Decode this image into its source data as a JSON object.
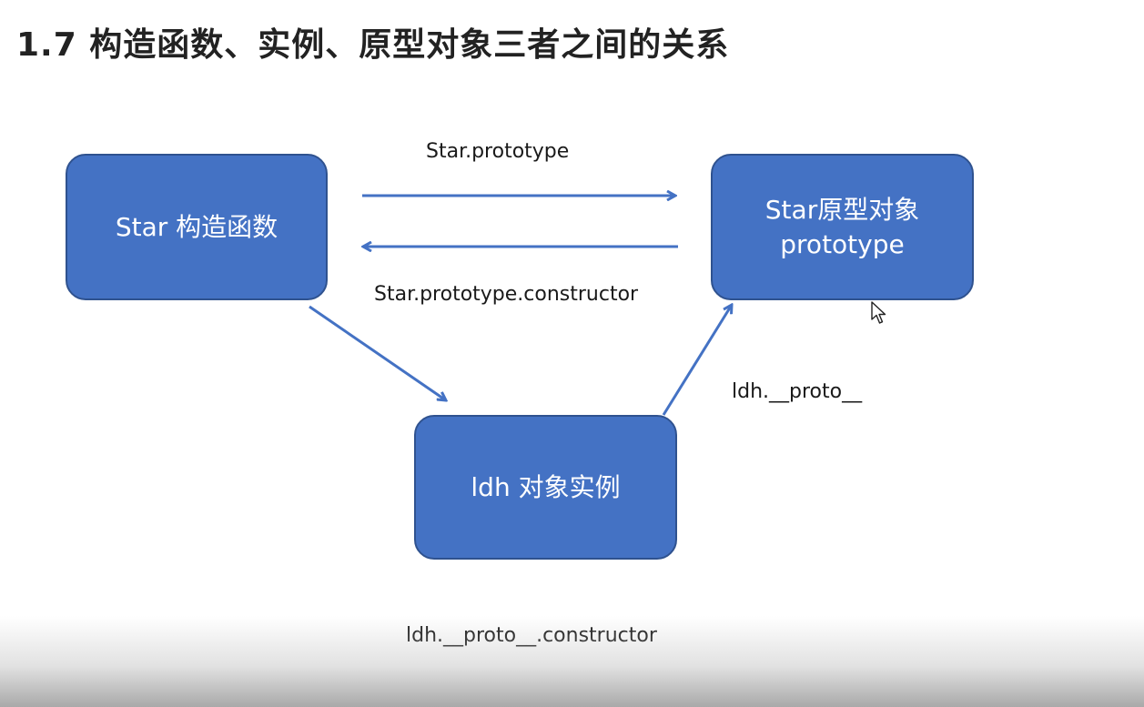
{
  "title": "1.7 构造函数、实例、原型对象三者之间的关系",
  "colors": {
    "node_fill": "#4472c4",
    "node_border": "#2f528f",
    "arrow": "#4472c4",
    "text": "#1a1a1a"
  },
  "nodes": {
    "constructor": {
      "text": "Star 构造函数"
    },
    "prototype": {
      "line1": "Star原型对象",
      "line2": "prototype"
    },
    "instance": {
      "text": "ldh 对象实例"
    }
  },
  "edges": {
    "constructor_to_prototype": "Star.prototype",
    "prototype_to_constructor": "Star.prototype.constructor",
    "instance_to_prototype": "ldh.__proto__",
    "instance_constructor": "ldh.__proto__.constructor"
  },
  "cursor_icon": "arrow-cursor-icon"
}
